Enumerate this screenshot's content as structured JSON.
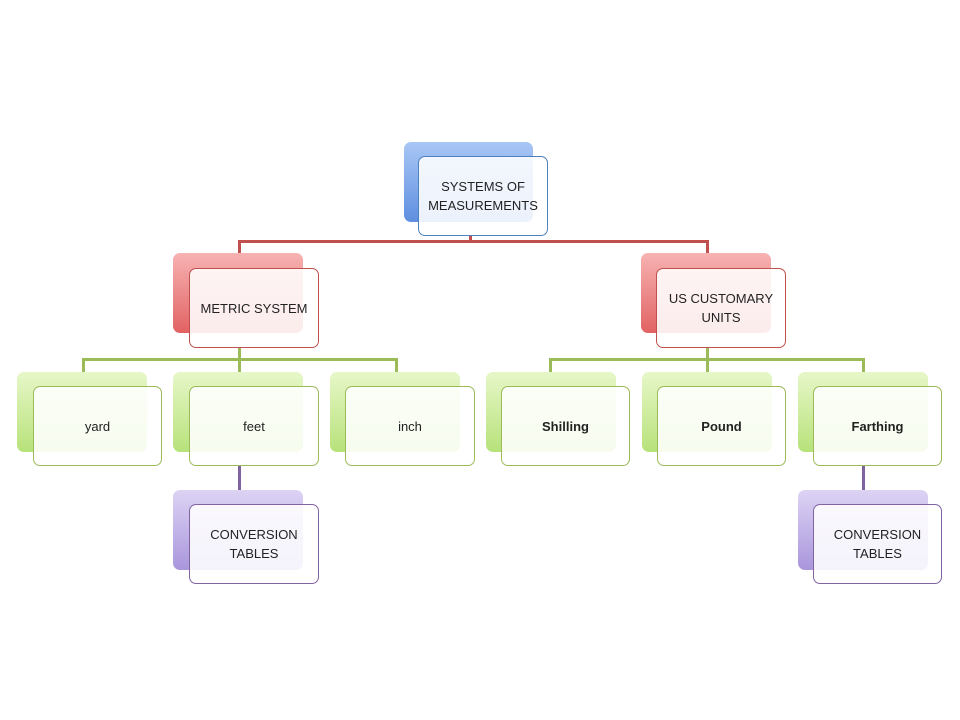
{
  "diagram": {
    "root": "SYSTEMS OF MEASUREMENTS",
    "metric": {
      "label": "METRIC SYSTEM",
      "children": [
        "yard",
        "feet",
        "inch"
      ],
      "sub": "CONVERSION TABLES"
    },
    "us": {
      "label": "US CUSTOMARY UNITS",
      "children": [
        "Shilling",
        "Pound",
        "Farthing"
      ],
      "sub": "CONVERSION TABLES"
    }
  },
  "colors": {
    "level1": "#4f81bd",
    "level2": "#c0504d",
    "level3": "#9bbb59",
    "level4": "#8064a2"
  }
}
